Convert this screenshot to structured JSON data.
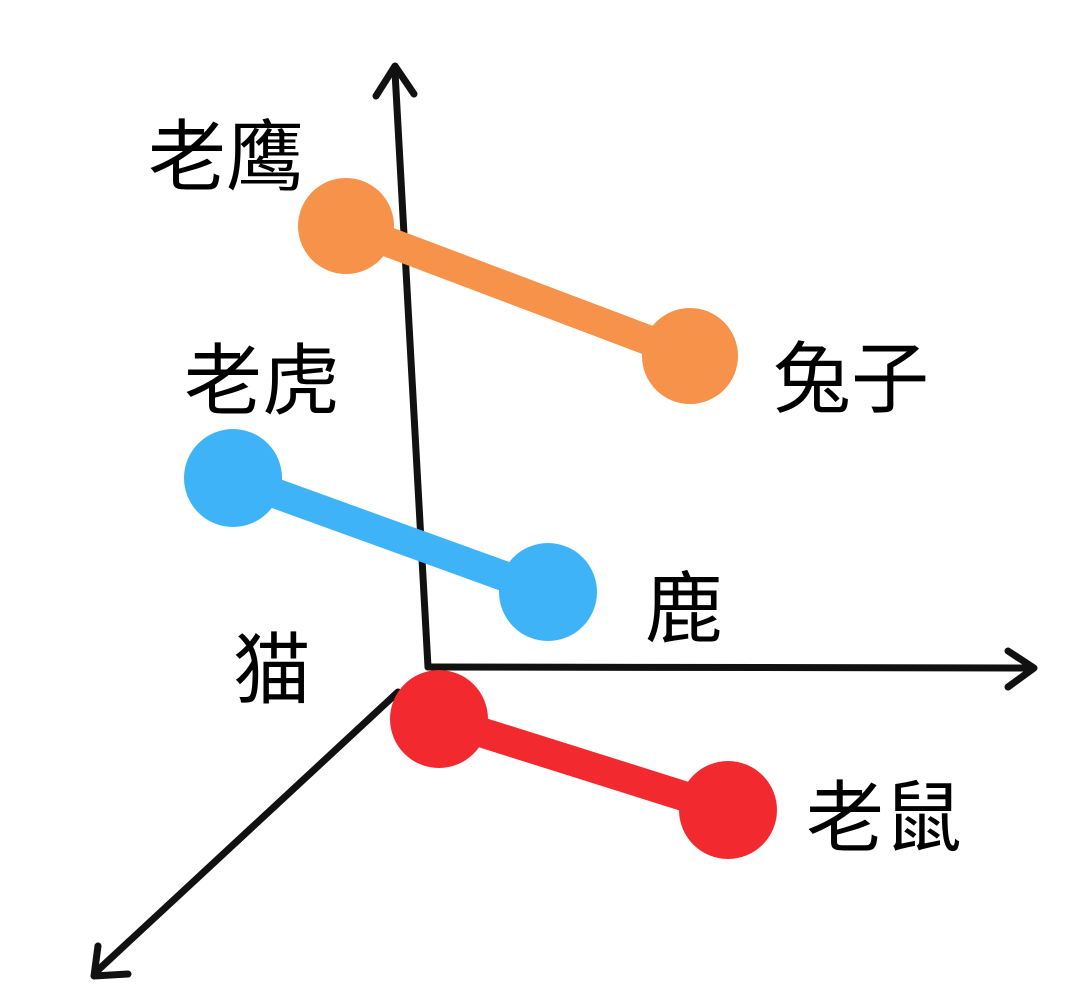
{
  "diagram": {
    "colors": {
      "axis": "#111111",
      "orange": "#F7924A",
      "blue": "#3FB3F7",
      "red": "#F22A30"
    },
    "pairs": [
      {
        "id": "eagle-rabbit",
        "color_key": "orange",
        "from_label": "老鹰",
        "to_label": "兔子"
      },
      {
        "id": "tiger-deer",
        "color_key": "blue",
        "from_label": "老虎",
        "to_label": "鹿"
      },
      {
        "id": "cat-mouse",
        "color_key": "red",
        "from_label": "猫",
        "to_label": "老鼠"
      }
    ]
  }
}
